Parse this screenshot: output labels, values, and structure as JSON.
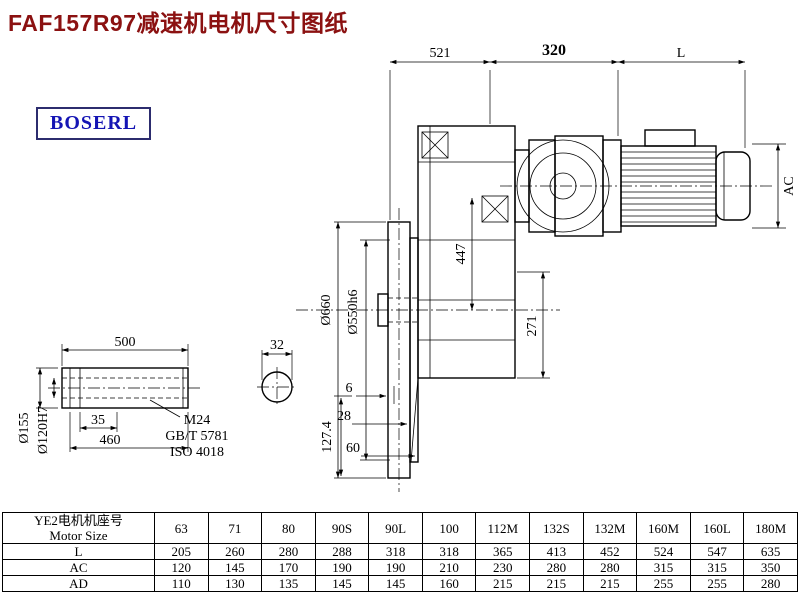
{
  "title": "FAF157R97减速机电机尺寸图纸",
  "logo": {
    "text": "BOSERL"
  },
  "drawing": {
    "dims": {
      "w521": "521",
      "w320": "320",
      "wL": "L",
      "ac": "AC",
      "d660": "Ø660",
      "d550": "Ø550h6",
      "h447": "447",
      "h271": "271",
      "t6": "6",
      "t28": "28",
      "t60": "60",
      "t127": "127.4",
      "s500": "500",
      "s35": "35",
      "s460": "460",
      "d155": "Ø155",
      "d120": "Ø120H7",
      "bolt": "M24",
      "std1": "GB/T 5781",
      "std2": "ISO 4018",
      "k32": "32"
    }
  },
  "table": {
    "row_header": [
      "YE2电机机座号",
      "Motor Size"
    ],
    "sizes": [
      "63",
      "71",
      "80",
      "90S",
      "90L",
      "100",
      "112M",
      "132S",
      "132M",
      "160M",
      "160L",
      "180M"
    ],
    "rows": [
      {
        "label": "L",
        "values": [
          "205",
          "260",
          "280",
          "288",
          "318",
          "318",
          "365",
          "413",
          "452",
          "524",
          "547",
          "635"
        ]
      },
      {
        "label": "AC",
        "values": [
          "120",
          "145",
          "170",
          "190",
          "190",
          "210",
          "230",
          "280",
          "280",
          "315",
          "315",
          "350"
        ]
      },
      {
        "label": "AD",
        "values": [
          "110",
          "130",
          "135",
          "145",
          "145",
          "160",
          "215",
          "215",
          "215",
          "255",
          "255",
          "280"
        ]
      }
    ]
  }
}
